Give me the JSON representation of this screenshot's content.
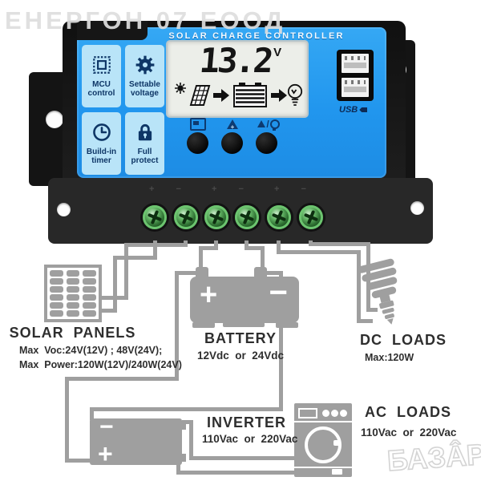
{
  "watermark_top": "ЕНЕРГОН 07 ЕООД",
  "watermark_bottom": "БАЗÂР",
  "controller": {
    "title": "SOLAR CHARGE CONTROLLER",
    "lcd": {
      "voltage": "13.2",
      "unit": "V"
    },
    "features": [
      {
        "label": "MCU control",
        "icon": "chip-icon"
      },
      {
        "label": "Settable voltage",
        "icon": "gear-icon"
      },
      {
        "label": "Build-in timer",
        "icon": "clock-icon"
      },
      {
        "label": "Full protect",
        "icon": "lock-icon"
      }
    ],
    "usb_label": "USB",
    "terminal_marks": [
      "+ −",
      "+ −",
      "+ −"
    ]
  },
  "diagram": {
    "solar_panels": {
      "title": "SOLAR  PANELS",
      "spec1": "Max  Voc:24V(12V) ; 48V(24V);",
      "spec2": "Max  Power:120W(12V)/240W(24V)"
    },
    "battery": {
      "title": "BATTERY",
      "spec1": "12Vdc  or  24Vdc",
      "plus": "+",
      "minus": "−"
    },
    "dc_loads": {
      "title": "DC  LOADS",
      "spec1": "Max:120W"
    },
    "inverter": {
      "title": "INVERTER",
      "spec1": "110Vac  or  220Vac",
      "plus": "+",
      "minus": "−"
    },
    "ac_loads": {
      "title": "AC  LOADS",
      "spec1": "110Vac  or  220Vac"
    }
  },
  "colors": {
    "panel_blue": "#2196ee",
    "badge_blue": "#b9e4f8",
    "icon_navy": "#0e3666",
    "wire_gray": "#9f9f9f",
    "lcd_bg": "#eceee9",
    "screw_green": "#63b465"
  }
}
